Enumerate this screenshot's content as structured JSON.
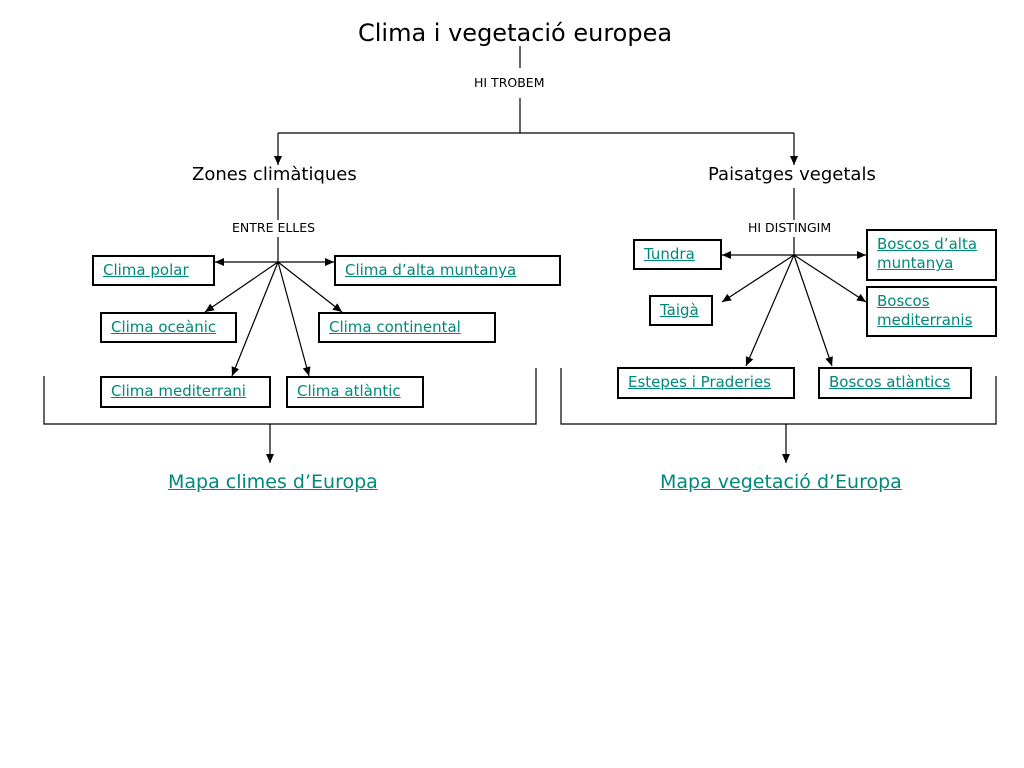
{
  "title": "Clima i vegetació europea",
  "connector_top": "HI TROBEM",
  "left": {
    "heading": "Zones climàtiques",
    "connector": "ENTRE ELLES",
    "items": [
      "Clima polar",
      "Clima d’alta muntanya",
      "Clima oceànic",
      "Clima continental",
      "Clima mediterrani",
      "Clima atlàntic"
    ],
    "map_link": "Mapa climes d’Europa"
  },
  "right": {
    "heading": "Paisatges vegetals",
    "connector": "HI DISTINGIM",
    "items": [
      "Tundra",
      "Boscos d’alta muntanya",
      "Taigà",
      "Boscos mediterranis",
      "Estepes i Praderies",
      "Boscos atlàntics"
    ],
    "map_link": "Mapa vegetació d’Europa"
  },
  "colors": {
    "link": "#00897B",
    "line": "#000000"
  }
}
